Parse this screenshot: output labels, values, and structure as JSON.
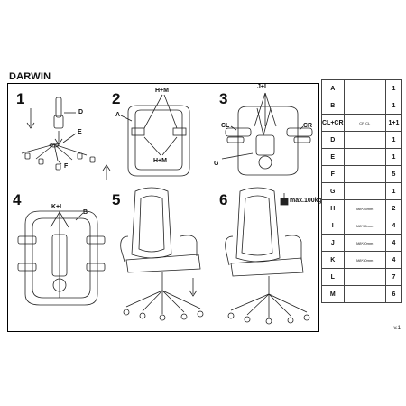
{
  "doc": {
    "title": "DARWIN",
    "version": "v.1"
  },
  "steps": [
    {
      "num": "1",
      "labels": {
        "d": "D",
        "e": "E",
        "f": "F"
      }
    },
    {
      "num": "2",
      "labels": {
        "a": "A",
        "hm_top": "H+M",
        "hm_bottom": "H+M"
      }
    },
    {
      "num": "3",
      "labels": {
        "jl": "J+L",
        "cl": "CL",
        "cr": "CR",
        "g": "G"
      }
    },
    {
      "num": "4",
      "labels": {
        "kl": "K+L",
        "b": "B"
      }
    },
    {
      "num": "5",
      "labels": {}
    },
    {
      "num": "6",
      "labels": {
        "weight": "max.100kg"
      }
    }
  ],
  "parts": [
    {
      "key": "A",
      "qty": "1",
      "icon": "seat-plate-icon",
      "note": ""
    },
    {
      "key": "B",
      "qty": "1",
      "icon": "mechanism-icon",
      "note": ""
    },
    {
      "key": "CL+CR",
      "qty": "1+1",
      "icon": "armrests-icon",
      "note": "CR  CL"
    },
    {
      "key": "D",
      "qty": "1",
      "icon": "gas-lift-icon",
      "note": ""
    },
    {
      "key": "E",
      "qty": "1",
      "icon": "star-base-icon",
      "note": ""
    },
    {
      "key": "F",
      "qty": "5",
      "icon": "caster-icon",
      "note": ""
    },
    {
      "key": "G",
      "qty": "1",
      "icon": "backrest-bracket-icon",
      "note": ""
    },
    {
      "key": "H",
      "qty": "2",
      "icon": "bolt-icon",
      "note": "M8*25mm"
    },
    {
      "key": "I",
      "qty": "4",
      "icon": "bolt-icon",
      "note": "M8*35mm"
    },
    {
      "key": "J",
      "qty": "4",
      "icon": "bolt-icon",
      "note": "M8*20mm"
    },
    {
      "key": "K",
      "qty": "4",
      "icon": "bolt-icon",
      "note": "M8*30mm"
    },
    {
      "key": "L",
      "qty": "7",
      "icon": "washer-icon",
      "note": ""
    },
    {
      "key": "M",
      "qty": "6",
      "icon": "spring-washer-icon",
      "note": ""
    }
  ]
}
